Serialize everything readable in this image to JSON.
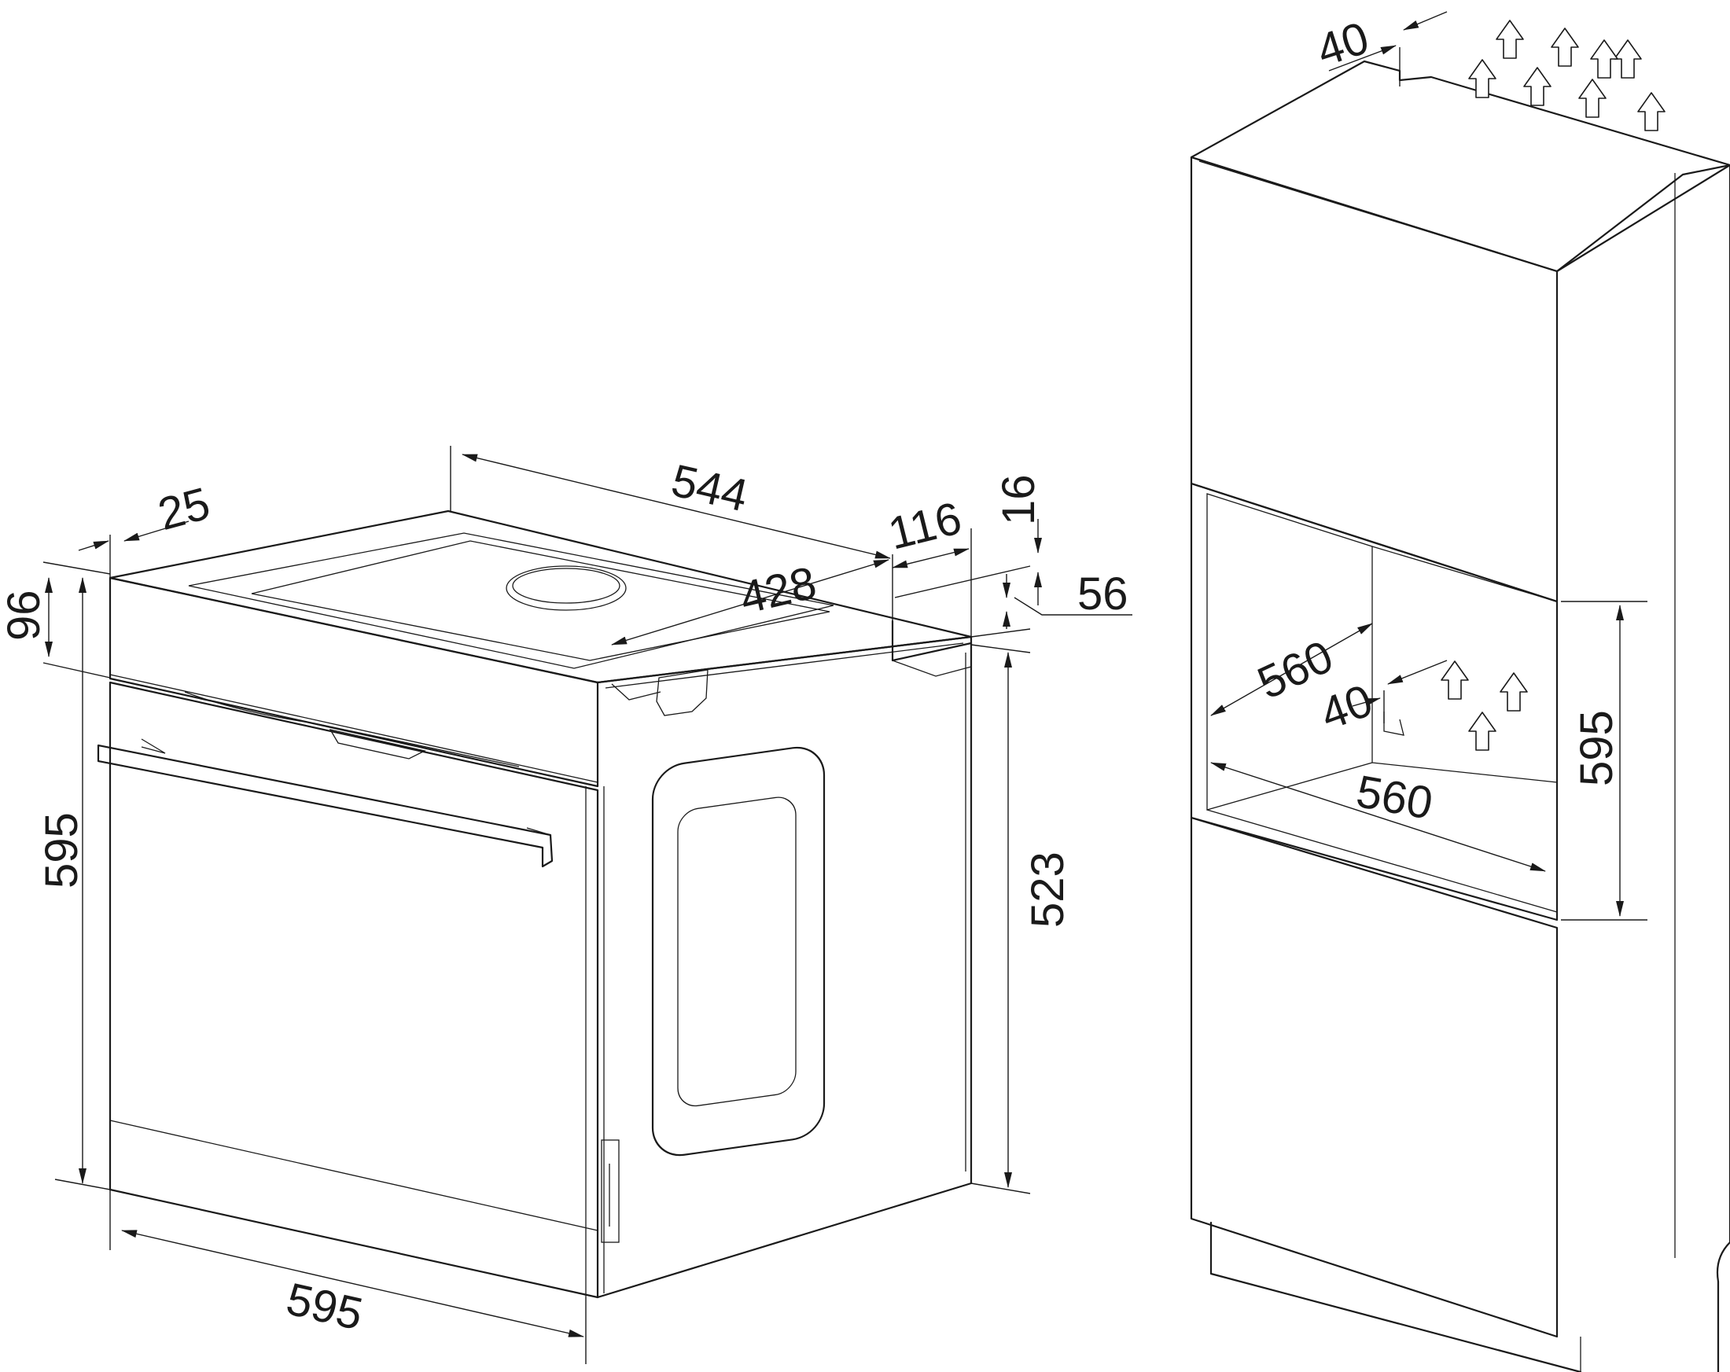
{
  "oven_dimensions": {
    "depth_total": "544",
    "depth_top": "428",
    "front_offset": "25",
    "control_panel_height": "96",
    "rear_step": "116",
    "top_step": "16",
    "top_offset": "56",
    "front_height": "595",
    "width": "595",
    "body_height": "523"
  },
  "cabinet_dimensions": {
    "top_vent_gap": "40",
    "niche_depth": "560",
    "niche_vent_gap": "40",
    "niche_width": "560",
    "niche_height": "595"
  },
  "icons": [
    "airflow-arrow-icon"
  ]
}
